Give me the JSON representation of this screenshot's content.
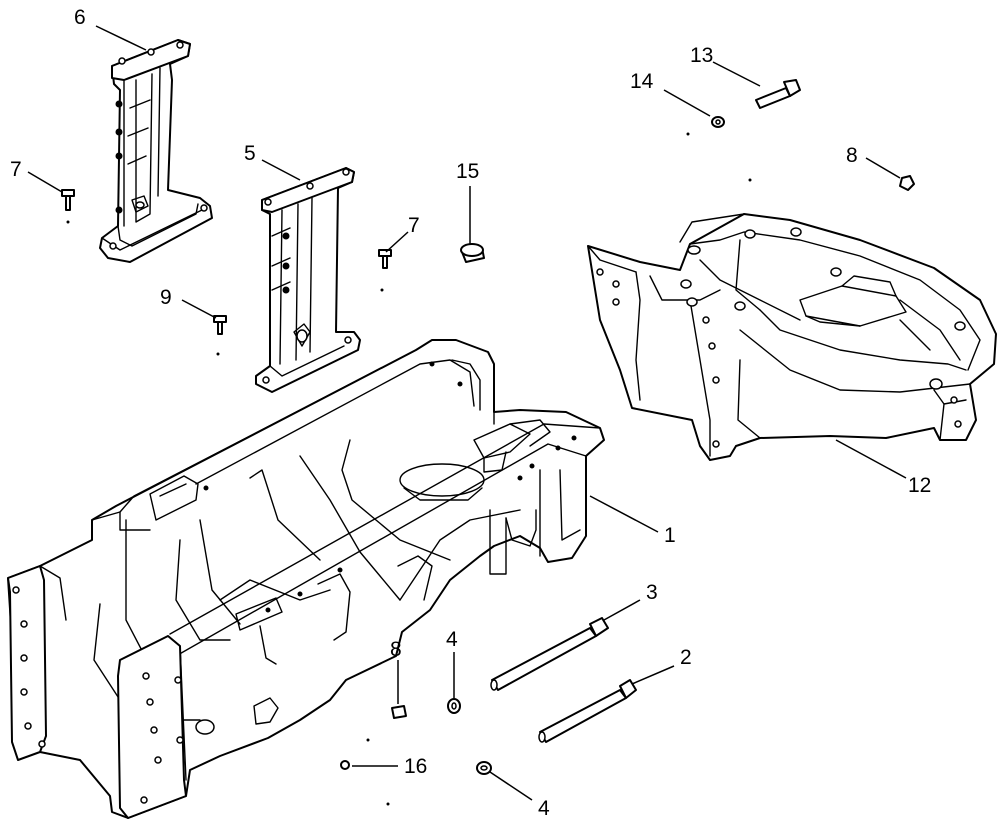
{
  "callouts": [
    {
      "id": "c1",
      "label": "1"
    },
    {
      "id": "c2",
      "label": "2"
    },
    {
      "id": "c3",
      "label": "3"
    },
    {
      "id": "c4a",
      "label": "4"
    },
    {
      "id": "c4b",
      "label": "4"
    },
    {
      "id": "c5",
      "label": "5"
    },
    {
      "id": "c6",
      "label": "6"
    },
    {
      "id": "c7a",
      "label": "7"
    },
    {
      "id": "c7b",
      "label": "7"
    },
    {
      "id": "c8a",
      "label": "8"
    },
    {
      "id": "c8b",
      "label": "8"
    },
    {
      "id": "c9",
      "label": "9"
    },
    {
      "id": "c12",
      "label": "12"
    },
    {
      "id": "c13",
      "label": "13"
    },
    {
      "id": "c14",
      "label": "14"
    },
    {
      "id": "c15",
      "label": "15"
    },
    {
      "id": "c16",
      "label": "16"
    }
  ]
}
